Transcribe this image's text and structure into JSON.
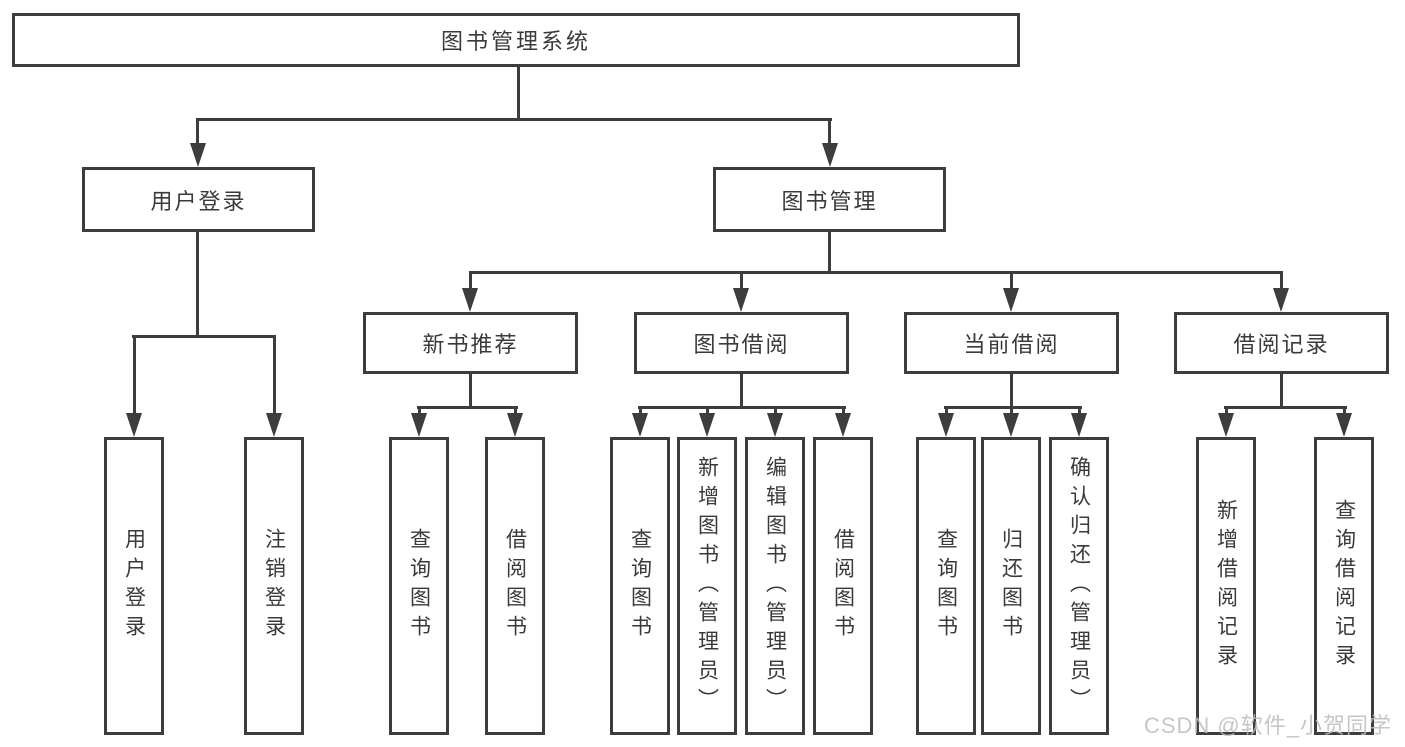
{
  "diagram": {
    "root": {
      "label": "图书管理系统"
    },
    "user_login": {
      "label": "用户登录",
      "children": [
        {
          "label": "用户登录"
        },
        {
          "label": "注销登录"
        }
      ]
    },
    "book_mgmt": {
      "label": "图书管理",
      "groups": [
        {
          "label": "新书推荐",
          "children": [
            {
              "label": "查询图书"
            },
            {
              "label": "借阅图书"
            }
          ]
        },
        {
          "label": "图书借阅",
          "children": [
            {
              "label": "查询图书"
            },
            {
              "label": "新增图书（管理员）"
            },
            {
              "label": "编辑图书（管理员）"
            },
            {
              "label": "借阅图书"
            }
          ]
        },
        {
          "label": "当前借阅",
          "children": [
            {
              "label": "查询图书"
            },
            {
              "label": "归还图书"
            },
            {
              "label": "确认归还（管理员）"
            }
          ]
        },
        {
          "label": "借阅记录",
          "children": [
            {
              "label": "新增借阅记录"
            },
            {
              "label": "查询借阅记录"
            }
          ]
        }
      ]
    },
    "watermark": "CSDN @软件_小贺同学",
    "colors": {
      "line": "#3d3d3d",
      "text": "#3a3a3a",
      "watermark": "#bdbdbd"
    }
  }
}
